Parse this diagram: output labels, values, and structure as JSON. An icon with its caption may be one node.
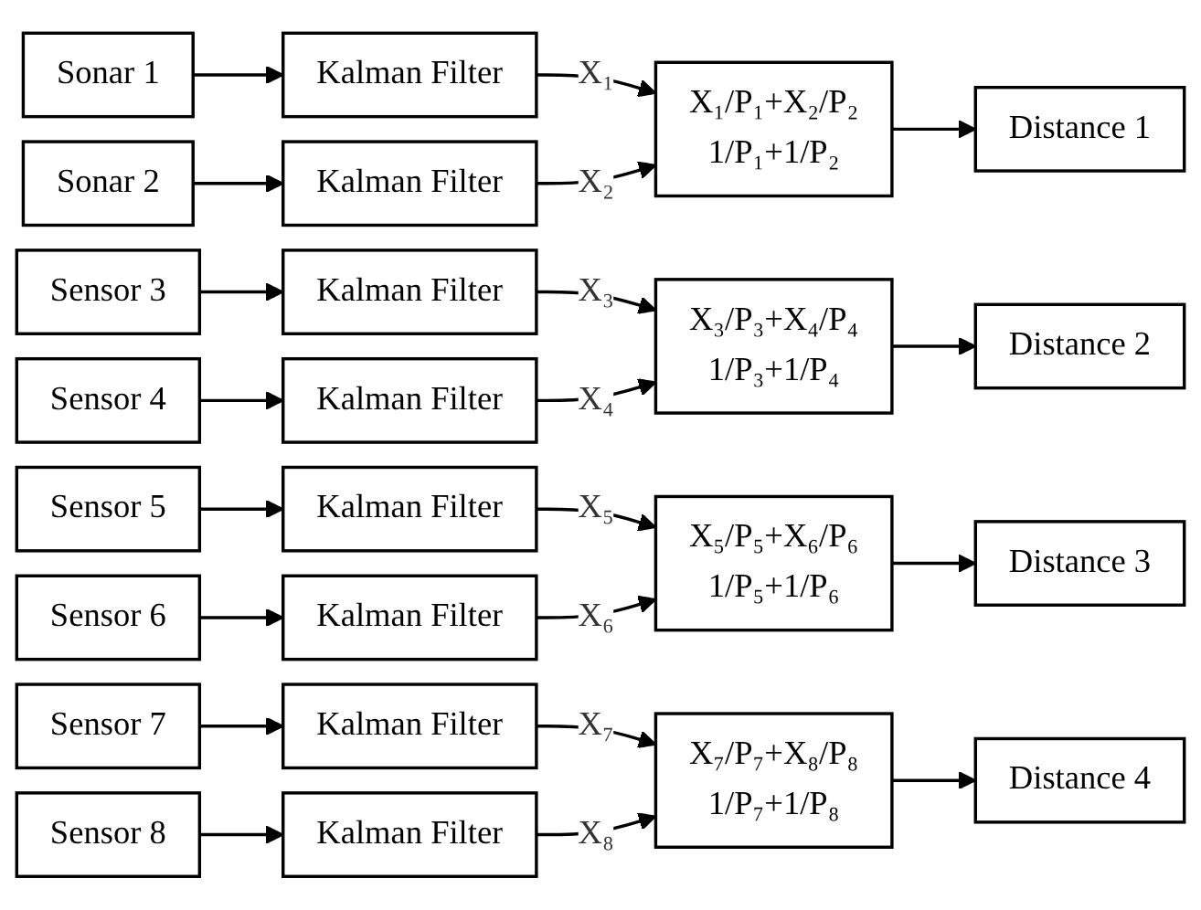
{
  "diagram": {
    "nodes": [
      {
        "text": [
          "Sonar 1"
        ]
      },
      {
        "text": [
          "Sonar 2"
        ]
      },
      {
        "text": [
          "Kalman Filter"
        ]
      },
      {
        "text": [
          "Kalman Filter"
        ]
      },
      {
        "text": [
          "X₁/P₁+X₂/P₂",
          "1/P₁+1/P₂"
        ]
      },
      {
        "text": [
          "Distance 1"
        ]
      },
      {
        "text": [
          "Sensor 3"
        ]
      },
      {
        "text": [
          "Sensor 4"
        ]
      },
      {
        "text": [
          "Kalman Filter"
        ]
      },
      {
        "text": [
          "Kalman Filter"
        ]
      },
      {
        "text": [
          "X₃/P₃+X₄/P₄",
          "1/P₃+1/P₄"
        ]
      },
      {
        "text": [
          "Distance 2"
        ]
      },
      {
        "text": [
          "Sensor 5"
        ]
      },
      {
        "text": [
          "Sensor 6"
        ]
      },
      {
        "text": [
          "Kalman Filter"
        ]
      },
      {
        "text": [
          "Kalman Filter"
        ]
      },
      {
        "text": [
          "X₅/P₅+X₆/P₆",
          "1/P₅+1/P₆"
        ]
      },
      {
        "text": [
          "Distance 3"
        ]
      },
      {
        "text": [
          "Sensor 7"
        ]
      },
      {
        "text": [
          "Sensor 8"
        ]
      },
      {
        "text": [
          "Kalman Filter"
        ]
      },
      {
        "text": [
          "Kalman Filter"
        ]
      },
      {
        "text": [
          "X₇/P₇+X₈/P₈",
          "1/P₇+1/P₈"
        ]
      },
      {
        "text": [
          "Distance 4"
        ]
      }
    ],
    "edges": [
      {
        "from": 0,
        "to": 2,
        "arrow": "to"
      },
      {
        "from": 1,
        "to": 3,
        "arrow": "to"
      },
      {
        "from": 2,
        "to": 4,
        "label": "X₁",
        "arrow": "to"
      },
      {
        "from": 3,
        "to": 4,
        "label": "X₂",
        "arrow": "to"
      },
      {
        "from": 4,
        "to": 5,
        "arrow": "to"
      },
      {
        "from": 6,
        "to": 8,
        "arrow": "to"
      },
      {
        "from": 7,
        "to": 9,
        "arrow": "to"
      },
      {
        "from": 8,
        "to": 10,
        "label": "X₃",
        "arrow": "to"
      },
      {
        "from": 9,
        "to": 10,
        "label": "X₄",
        "arrow": "to"
      },
      {
        "from": 10,
        "to": 11,
        "arrow": "to"
      },
      {
        "from": 12,
        "to": 14,
        "arrow": "to"
      },
      {
        "from": 13,
        "to": 15,
        "arrow": "to"
      },
      {
        "from": 14,
        "to": 16,
        "label": "X₅",
        "arrow": "to"
      },
      {
        "from": 15,
        "to": 16,
        "label": "X₆",
        "arrow": "to"
      },
      {
        "from": 16,
        "to": 17,
        "arrow": "to"
      },
      {
        "from": 18,
        "to": 20,
        "arrow": "to"
      },
      {
        "from": 19,
        "to": 21,
        "arrow": "to"
      },
      {
        "from": 20,
        "to": 22,
        "label": "X₇",
        "arrow": "to"
      },
      {
        "from": 21,
        "to": 22,
        "label": "X₈",
        "arrow": "to"
      },
      {
        "from": 22,
        "to": 23,
        "arrow": "to"
      }
    ]
  }
}
